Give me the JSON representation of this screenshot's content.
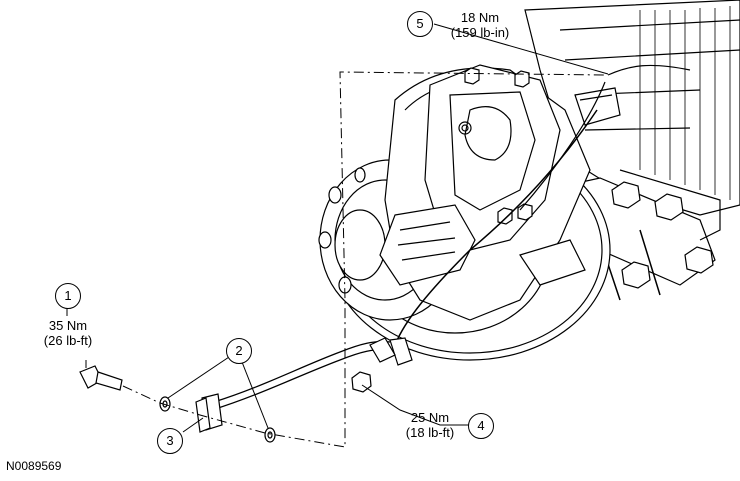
{
  "callouts": [
    {
      "number": "1",
      "torque": "35 Nm",
      "imperial": "(26 lb-ft)"
    },
    {
      "number": "2"
    },
    {
      "number": "3"
    },
    {
      "number": "4",
      "torque": "25 Nm",
      "imperial": "(18 lb-ft)"
    },
    {
      "number": "5",
      "torque": "18 Nm",
      "imperial": "(159 lb-in)"
    }
  ],
  "figure_id": "N0089569"
}
